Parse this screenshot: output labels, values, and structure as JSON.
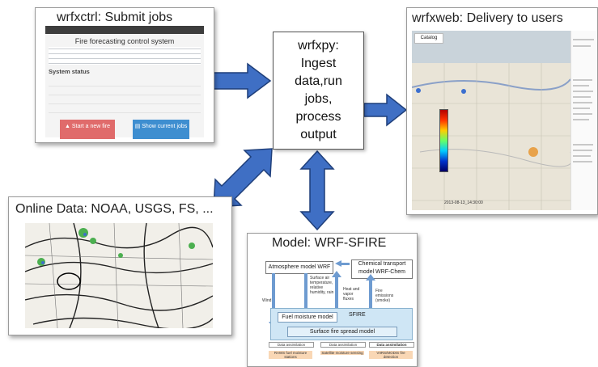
{
  "ctrl": {
    "title": "wrfxctrl:  Submit jobs",
    "header": "Fire forecasting control system",
    "status_heading": "System status",
    "start_button": "Start a new fire",
    "show_button": "Show current jobs"
  },
  "center": {
    "lines": [
      "wrfxpy:",
      "Ingest",
      "data,run",
      "jobs,",
      "process",
      "output"
    ]
  },
  "web": {
    "title": "wrfxweb: Delivery to users",
    "catalog_label": "Catalog",
    "timestamp": "2013-08-13_14:30:00"
  },
  "online": {
    "title": "Online Data: NOAA, USGS, FS, ..."
  },
  "model": {
    "title": "Model: WRF-SFIRE",
    "atmosphere": "Atmosphere model WRF",
    "chem_line1": "Chemical transport",
    "chem_line2": "model WRF-Chem",
    "surface_air": "Surface air temperature, relative humidity, rain",
    "heat_fluxes": "Heat and vapor fluxes",
    "fire_emissions": "Fire emissions (smoke)",
    "wind": "Wind",
    "fuel_moisture": "Fuel moisture model",
    "sfire": "SFIRE",
    "surface_fire": "Surface fire spread model",
    "da1": "Data assimilation",
    "da2": "Data assimilation",
    "da3": "Data assimilation",
    "src1": "RAWS fuel moisture stations",
    "src2": "Satellite moisture sensing",
    "src3": "VIIRS/MODIS fire detection"
  },
  "colors": {
    "arrow": "#3f6fc4",
    "arrow_stroke": "#1f3f7a",
    "btn_red": "#e06b6b",
    "btn_blue": "#3e8ed0"
  }
}
